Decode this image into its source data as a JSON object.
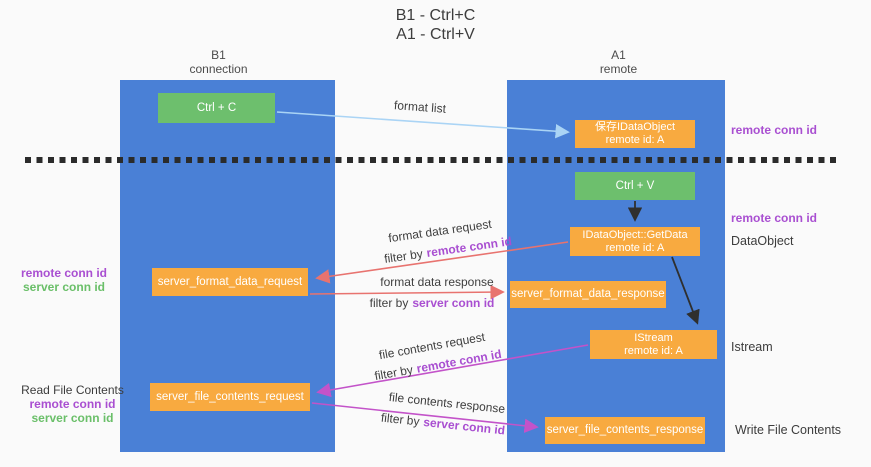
{
  "title": {
    "line1": "B1 - Ctrl+C",
    "line2": "A1 - Ctrl+V"
  },
  "columns": {
    "left": {
      "name": "B1",
      "role": "connection"
    },
    "right": {
      "name": "A1",
      "role": "remote"
    }
  },
  "nodes": {
    "ctrl_c": {
      "label": "Ctrl + C"
    },
    "save_idataobject": {
      "line1": "保存IDataObject",
      "line2": "remote id: A"
    },
    "ctrl_v": {
      "label": "Ctrl + V"
    },
    "getdata": {
      "line1": "IDataObject::GetData",
      "line2": "remote id: A"
    },
    "server_format_data_request": {
      "label": "server_format_data_request"
    },
    "server_format_data_response": {
      "label": "server_format_data_response"
    },
    "istream": {
      "line1": "IStream",
      "line2": "remote id: A"
    },
    "server_file_contents_request": {
      "label": "server_file_contents_request"
    },
    "server_file_contents_response": {
      "label": "server_file_contents_response"
    }
  },
  "arrow_labels": {
    "format_list": "format list",
    "format_data_request": "format data request",
    "format_data_response": "format data response",
    "file_contents_request": "file contents request",
    "file_contents_response": "file contents response",
    "filter_by": "filter by",
    "remote_conn_id": "remote conn id",
    "server_conn_id": "server conn id"
  },
  "side_labels": {
    "remote_conn_id_top_right": "remote conn id",
    "remote_conn_id_mid_right": "remote conn id",
    "dataobject_right": "DataObject",
    "istream_right": "Istream",
    "write_file_contents_right": "Write File Contents",
    "read_file_contents_left": "Read File Contents",
    "remote_conn_id_left": "remote conn id",
    "server_conn_id_left": "server conn id"
  },
  "colors": {
    "column_blue": "#4a80d6",
    "node_orange": "#f8aa40",
    "node_green": "#6dbf6d",
    "arrow_salmon": "#e8736f",
    "arrow_magenta": "#c353c9",
    "arrow_lightblue": "#aad4f5",
    "arrow_black": "#2f2f2f",
    "text_purple": "#a94fd1",
    "text_green": "#6abf69",
    "background": "#fafafa"
  }
}
